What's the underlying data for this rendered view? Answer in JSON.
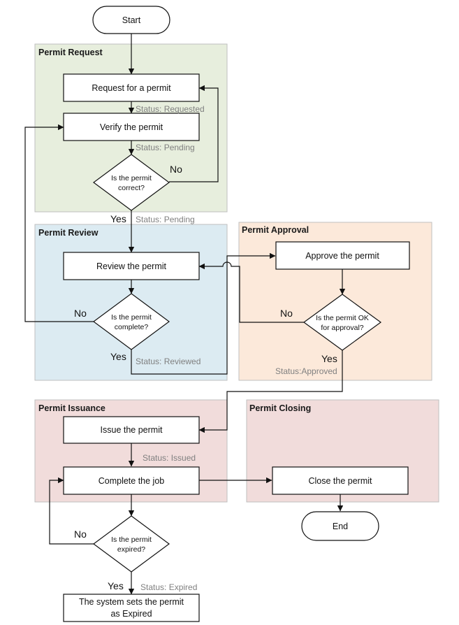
{
  "colors": {
    "request_lane": "#e7eedd",
    "review_lane": "#dcebf2",
    "approval_lane": "#fce9da",
    "issuance_lane": "#f1dcdb",
    "closing_lane": "#f1dcdb",
    "lane_border": "#bfbfbf",
    "status_text": "#808080"
  },
  "lanes": {
    "request": "Permit Request",
    "review": "Permit Review",
    "approval": "Permit Approval",
    "issuance": "Permit Issuance",
    "closing": "Permit Closing"
  },
  "nodes": {
    "start": "Start",
    "request": "Request for a permit",
    "verify": "Verify the permit",
    "correct_q": [
      "Is the permit",
      "correct?"
    ],
    "review": "Review the permit",
    "complete_q": [
      "Is the permit",
      "complete?"
    ],
    "approve": "Approve the permit",
    "ok_q": [
      "Is the permit OK",
      "for approval?"
    ],
    "issue": "Issue the permit",
    "complete_job": "Complete the job",
    "expired_q": [
      "Is the permit",
      "expired?"
    ],
    "set_expired": [
      "The system sets the permit",
      "as Expired"
    ],
    "close": "Close the permit",
    "end": "End"
  },
  "statuses": {
    "requested": "Status: Requested",
    "pending_1": "Status: Pending",
    "pending_2": "Status: Pending",
    "reviewed": "Status: Reviewed",
    "approved": "Status:Approved",
    "issued": "Status: Issued",
    "expired": "Status: Expired"
  },
  "branch_labels": {
    "no_correct": "No",
    "yes_correct": "Yes",
    "no_complete": "No",
    "yes_complete": "Yes",
    "no_ok": "No",
    "yes_ok": "Yes",
    "no_expired": "No",
    "yes_expired": "Yes"
  }
}
